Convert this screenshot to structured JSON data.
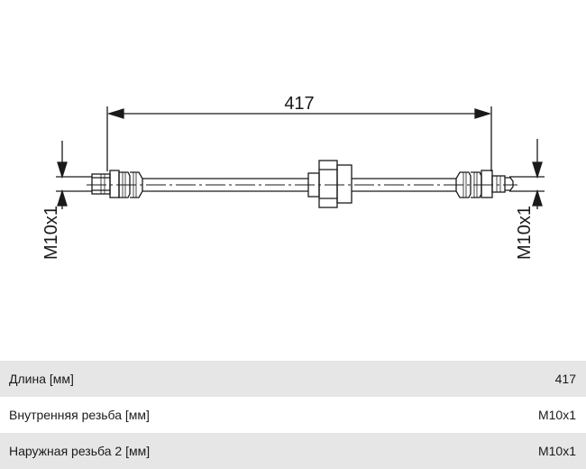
{
  "drawing": {
    "length_label": "417",
    "left_thread_label": "M10x1",
    "right_thread_label": "M10x1"
  },
  "specs": [
    {
      "label": "Длина [мм]",
      "value": "417"
    },
    {
      "label": "Внутренняя резьба [мм]",
      "value": "M10x1"
    },
    {
      "label": "Наружная резьба 2 [мм]",
      "value": "M10x1"
    }
  ]
}
